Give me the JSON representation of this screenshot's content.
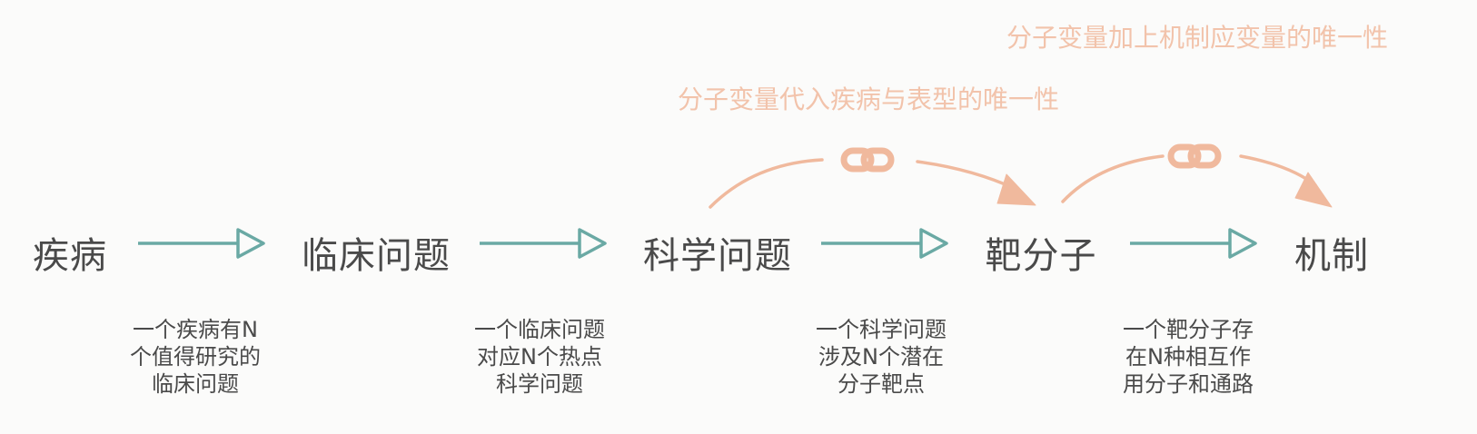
{
  "colors": {
    "flow_arrow": "#6aa9a4",
    "link_arrow": "#f0b99d",
    "node_text": "#4a4a4a",
    "caption_text": "#f2c3ab"
  },
  "flow": {
    "nodes": [
      {
        "label": "疾病"
      },
      {
        "label": "临床问题"
      },
      {
        "label": "科学问题"
      },
      {
        "label": "靶分子"
      },
      {
        "label": "机制"
      }
    ],
    "descriptions": [
      {
        "lines": [
          "一个疾病有N",
          "个值得研究的",
          "临床问题"
        ]
      },
      {
        "lines": [
          "一个临床问题",
          "对应N个热点",
          "科学问题"
        ]
      },
      {
        "lines": [
          "一个科学问题",
          "涉及N个潜在",
          "分子靶点"
        ]
      },
      {
        "lines": [
          "一个靶分子存",
          "在N种相互作",
          "用分子和通路"
        ]
      }
    ],
    "arrow_icon": "right-arrow-icon"
  },
  "links": [
    {
      "caption": "分子变量代入疾病与表型的唯一性",
      "icon": "chain-link-icon"
    },
    {
      "caption": "分子变量加上机制应变量的唯一性",
      "icon": "chain-link-icon"
    }
  ]
}
